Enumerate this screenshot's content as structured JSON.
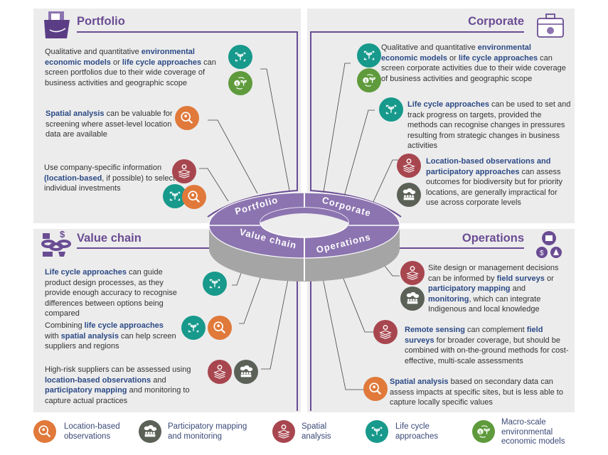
{
  "colors": {
    "purple": "#6a4c93",
    "ring": "#8c74b0",
    "ring_side": "#a5a5a5",
    "highlight": "#2c4a86",
    "teal": "#17998b",
    "green": "#5f9b3c",
    "orange": "#e0793a",
    "red": "#a8464f",
    "gray": "#5c6157"
  },
  "ring_labels": {
    "portfolio": "Portfolio",
    "corporate": "Corporate",
    "value_chain": "Value chain",
    "operations": "Operations"
  },
  "sections": {
    "portfolio": {
      "title": "Portfolio",
      "items": [
        [
          {
            "t": "Qualitative and quantitative "
          },
          {
            "t": "environmental economic models",
            "h": 1
          },
          {
            "t": " or "
          },
          {
            "t": "life cycle approaches",
            "h": 1
          },
          {
            "t": " can screen portfolios due to their wide coverage of business activities and geographic scope"
          }
        ],
        [
          {
            "t": "Spatial analysis",
            "h": 1
          },
          {
            "t": " can be valuable for screening where asset-level location data are available"
          }
        ],
        [
          {
            "t": "Use company-specific information "
          },
          {
            "t": "(location-based",
            "h": 1
          },
          {
            "t": ", if possible) to select individual investments"
          }
        ]
      ]
    },
    "corporate": {
      "title": "Corporate",
      "items": [
        [
          {
            "t": "Qualitative and quantitative "
          },
          {
            "t": "environmental economic models",
            "h": 1
          },
          {
            "t": " or "
          },
          {
            "t": "life cycle approaches",
            "h": 1
          },
          {
            "t": " can screen corporate activities due to their wide coverage of business activities and geographic scope"
          }
        ],
        [
          {
            "t": "Life cycle approaches",
            "h": 1
          },
          {
            "t": " can be used to set and track progress on targets, provided the methods can recognise changes in pressures resulting from strategic changes in business activities"
          }
        ],
        [
          {
            "t": "Location-based observations and participatory approaches",
            "h": 1
          },
          {
            "t": " can assess outcomes for biodiversity but for priority locations, are generally impractical for use across corporate levels"
          }
        ]
      ]
    },
    "value_chain": {
      "title": "Value chain",
      "items": [
        [
          {
            "t": "Life cycle approaches",
            "h": 1
          },
          {
            "t": " can guide product design processes, as they provide enough accuracy to recognise differences between options being compared"
          }
        ],
        [
          {
            "t": "Combining "
          },
          {
            "t": "life cycle approaches",
            "h": 1
          },
          {
            "t": " with "
          },
          {
            "t": "spatial analysis",
            "h": 1
          },
          {
            "t": " can help screen suppliers and regions"
          }
        ],
        [
          {
            "t": "High-risk suppliers can be assessed using "
          },
          {
            "t": "location-based observations",
            "h": 1
          },
          {
            "t": " and "
          },
          {
            "t": "participatory mapping",
            "h": 1
          },
          {
            "t": " and monitoring to capture actual practices"
          }
        ]
      ]
    },
    "operations": {
      "title": "Operations",
      "items": [
        [
          {
            "t": "Site design or management decisions can be informed by "
          },
          {
            "t": "field surveys",
            "h": 1
          },
          {
            "t": " or "
          },
          {
            "t": "participatory mapping",
            "h": 1
          },
          {
            "t": " and "
          },
          {
            "t": "monitoring",
            "h": 1
          },
          {
            "t": ", which can integrate Indigenous and local knowledge"
          }
        ],
        [
          {
            "t": "Remote sensing",
            "h": 1
          },
          {
            "t": " can complement "
          },
          {
            "t": "field surveys",
            "h": 1
          },
          {
            "t": " for broader coverage, but should be combined with on-the-ground methods for cost-effective, multi-scale assessments"
          }
        ],
        [
          {
            "t": "Spatial analysis",
            "h": 1
          },
          {
            "t": " based on secondary data can assess impacts at specific sites, but is less able to capture locally specific values"
          }
        ]
      ]
    }
  },
  "legend": [
    {
      "label": "Location-based observations",
      "icon": "magnifier-pin-icon"
    },
    {
      "label": "Participatory mapping and monitoring",
      "icon": "people-speech-icon"
    },
    {
      "label": "Spatial analysis",
      "icon": "layers-pin-icon"
    },
    {
      "label": "Life cycle approaches",
      "icon": "sprout-cycle-icon"
    },
    {
      "label": "Macro-scale environmental economic models",
      "icon": "money-sprout-icon"
    }
  ]
}
